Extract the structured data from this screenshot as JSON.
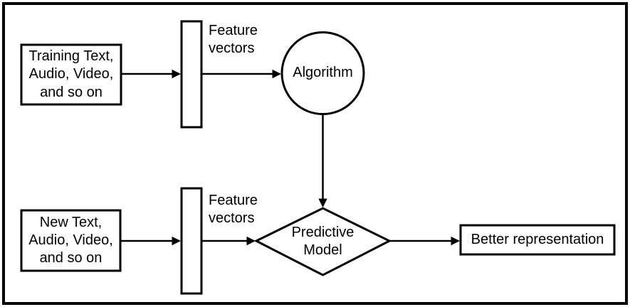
{
  "diagram": {
    "title": "machine-learning-pipeline-flowchart",
    "colors": {
      "background": "#ffffff",
      "stroke": "#000000",
      "text": "#000000"
    },
    "nodes": {
      "training_input": {
        "label": "Training Text,\nAudio, Video,\nand so on",
        "shape": "rectangle"
      },
      "feature_vectors_top": {
        "label": "Feature\nvectors",
        "shape": "bar-label"
      },
      "algorithm": {
        "label": "Algorithm",
        "shape": "circle"
      },
      "new_input": {
        "label": "New Text,\nAudio, Video,\nand so on",
        "shape": "rectangle"
      },
      "feature_vectors_bottom": {
        "label": "Feature\nvectors",
        "shape": "bar-label"
      },
      "predictive_model": {
        "label": "Predictive\nModel",
        "shape": "diamond"
      },
      "better_representation": {
        "label": "Better representation",
        "shape": "rectangle"
      }
    },
    "edges": [
      {
        "from": "training_input",
        "to": "feature_vectors_top"
      },
      {
        "from": "feature_vectors_top",
        "to": "algorithm"
      },
      {
        "from": "algorithm",
        "to": "predictive_model"
      },
      {
        "from": "new_input",
        "to": "feature_vectors_bottom"
      },
      {
        "from": "feature_vectors_bottom",
        "to": "predictive_model"
      },
      {
        "from": "predictive_model",
        "to": "better_representation"
      }
    ]
  }
}
